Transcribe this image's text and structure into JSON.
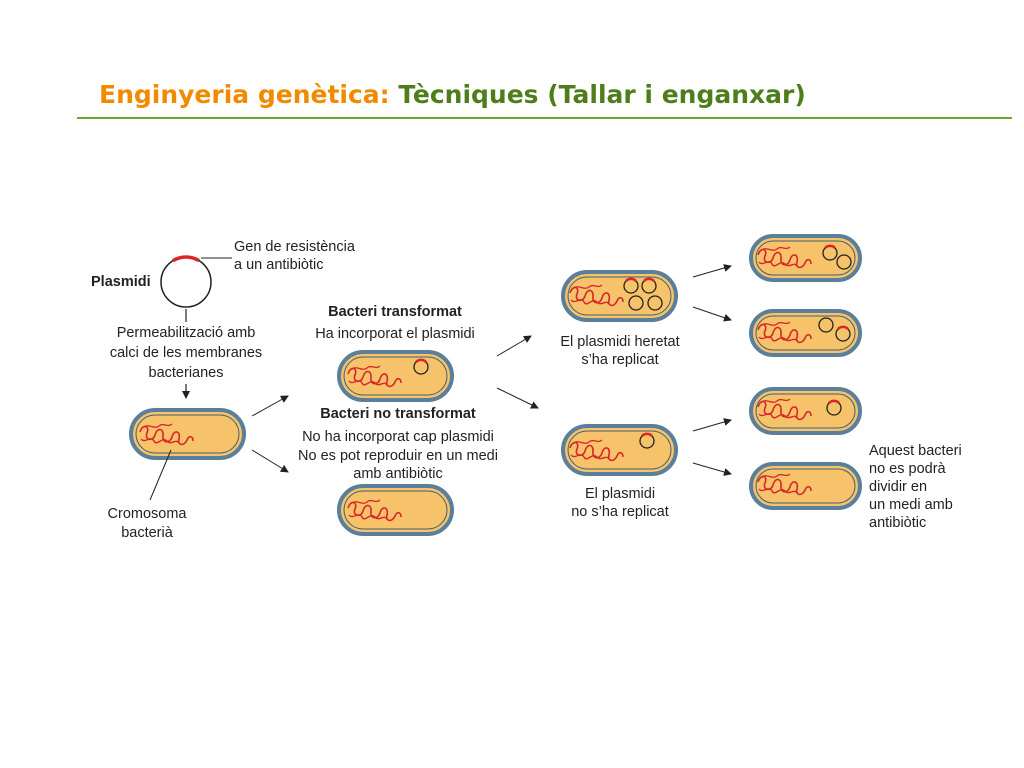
{
  "title": {
    "part1": "Enginyeria genètica:",
    "part2": "Tècniques (Tallar i enganxar)"
  },
  "colors": {
    "title_orange": "#f08a00",
    "title_green": "#4f7d1c",
    "rule_green": "#6aa825",
    "cell_fill": "#f6c36b",
    "cell_wall": "#5b7f9a",
    "dna_red": "#d9262a"
  },
  "labels": {
    "plasmid": "Plasmidi",
    "gene_line1": "Gen de resistència",
    "gene_line2": "a un antibiòtic",
    "perm_line1": "Permeabilització amb",
    "perm_line2": "calci de les membranes",
    "perm_line3": "bacterianes",
    "chrom_line1": "Cromosoma",
    "chrom_line2": "bacterià",
    "transformed_title": "Bacteri transformat",
    "transformed_desc": "Ha incorporat el plasmidi",
    "not_transformed_title": "Bacteri no transformat",
    "nt_line1": "No ha incorporat cap plasmidi",
    "nt_line2": "No es pot reproduir en un medi",
    "nt_line3": "amb antibiòtic",
    "inherited_line1": "El plasmidi heretat",
    "inherited_line2": "s’ha replicat",
    "notrep_line1": "El plasmidi",
    "notrep_line2": "no s’ha replicat",
    "cant_line1": "Aquest bacteri",
    "cant_line2": "no es podrà",
    "cant_line3": "dividir en",
    "cant_line4": "un medi amb",
    "cant_line5": "antibiòtic"
  }
}
